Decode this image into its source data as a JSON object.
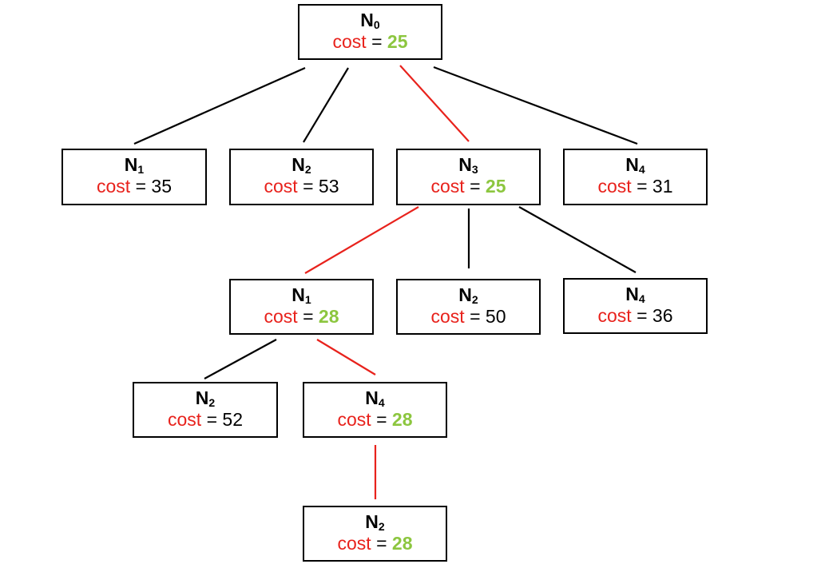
{
  "nodes": {
    "root": {
      "label": "N",
      "index": "0",
      "cost_word": "cost",
      "eq": "=",
      "cost": "25",
      "highlight": true
    },
    "l1_n1": {
      "label": "N",
      "index": "1",
      "cost_word": "cost",
      "eq": "=",
      "cost": "35",
      "highlight": false
    },
    "l1_n2": {
      "label": "N",
      "index": "2",
      "cost_word": "cost",
      "eq": "=",
      "cost": "53",
      "highlight": false
    },
    "l1_n3": {
      "label": "N",
      "index": "3",
      "cost_word": "cost",
      "eq": "=",
      "cost": "25",
      "highlight": true
    },
    "l1_n4": {
      "label": "N",
      "index": "4",
      "cost_word": "cost",
      "eq": "=",
      "cost": "31",
      "highlight": false
    },
    "l2_n1": {
      "label": "N",
      "index": "1",
      "cost_word": "cost",
      "eq": "=",
      "cost": "28",
      "highlight": true
    },
    "l2_n2": {
      "label": "N",
      "index": "2",
      "cost_word": "cost",
      "eq": "=",
      "cost": "50",
      "highlight": false
    },
    "l2_n4": {
      "label": "N",
      "index": "4",
      "cost_word": "cost",
      "eq": "=",
      "cost": "36",
      "highlight": false
    },
    "l3_n2": {
      "label": "N",
      "index": "2",
      "cost_word": "cost",
      "eq": "=",
      "cost": "52",
      "highlight": false
    },
    "l3_n4": {
      "label": "N",
      "index": "4",
      "cost_word": "cost",
      "eq": "=",
      "cost": "28",
      "highlight": true
    },
    "l4_n2": {
      "label": "N",
      "index": "2",
      "cost_word": "cost",
      "eq": "=",
      "cost": "28",
      "highlight": true
    }
  },
  "edges": [
    {
      "from": "root",
      "to": "l1_n1",
      "on_path": false
    },
    {
      "from": "root",
      "to": "l1_n2",
      "on_path": false
    },
    {
      "from": "root",
      "to": "l1_n3",
      "on_path": true
    },
    {
      "from": "root",
      "to": "l1_n4",
      "on_path": false
    },
    {
      "from": "l1_n3",
      "to": "l2_n1",
      "on_path": true
    },
    {
      "from": "l1_n3",
      "to": "l2_n2",
      "on_path": false
    },
    {
      "from": "l1_n3",
      "to": "l2_n4",
      "on_path": false
    },
    {
      "from": "l2_n1",
      "to": "l3_n2",
      "on_path": false
    },
    {
      "from": "l2_n1",
      "to": "l3_n4",
      "on_path": true
    },
    {
      "from": "l3_n4",
      "to": "l4_n2",
      "on_path": true
    }
  ],
  "colors": {
    "cost_word": "#e8221c",
    "best_cost": "#8cc63f",
    "path_edge": "#e8221c",
    "edge": "#000000"
  }
}
